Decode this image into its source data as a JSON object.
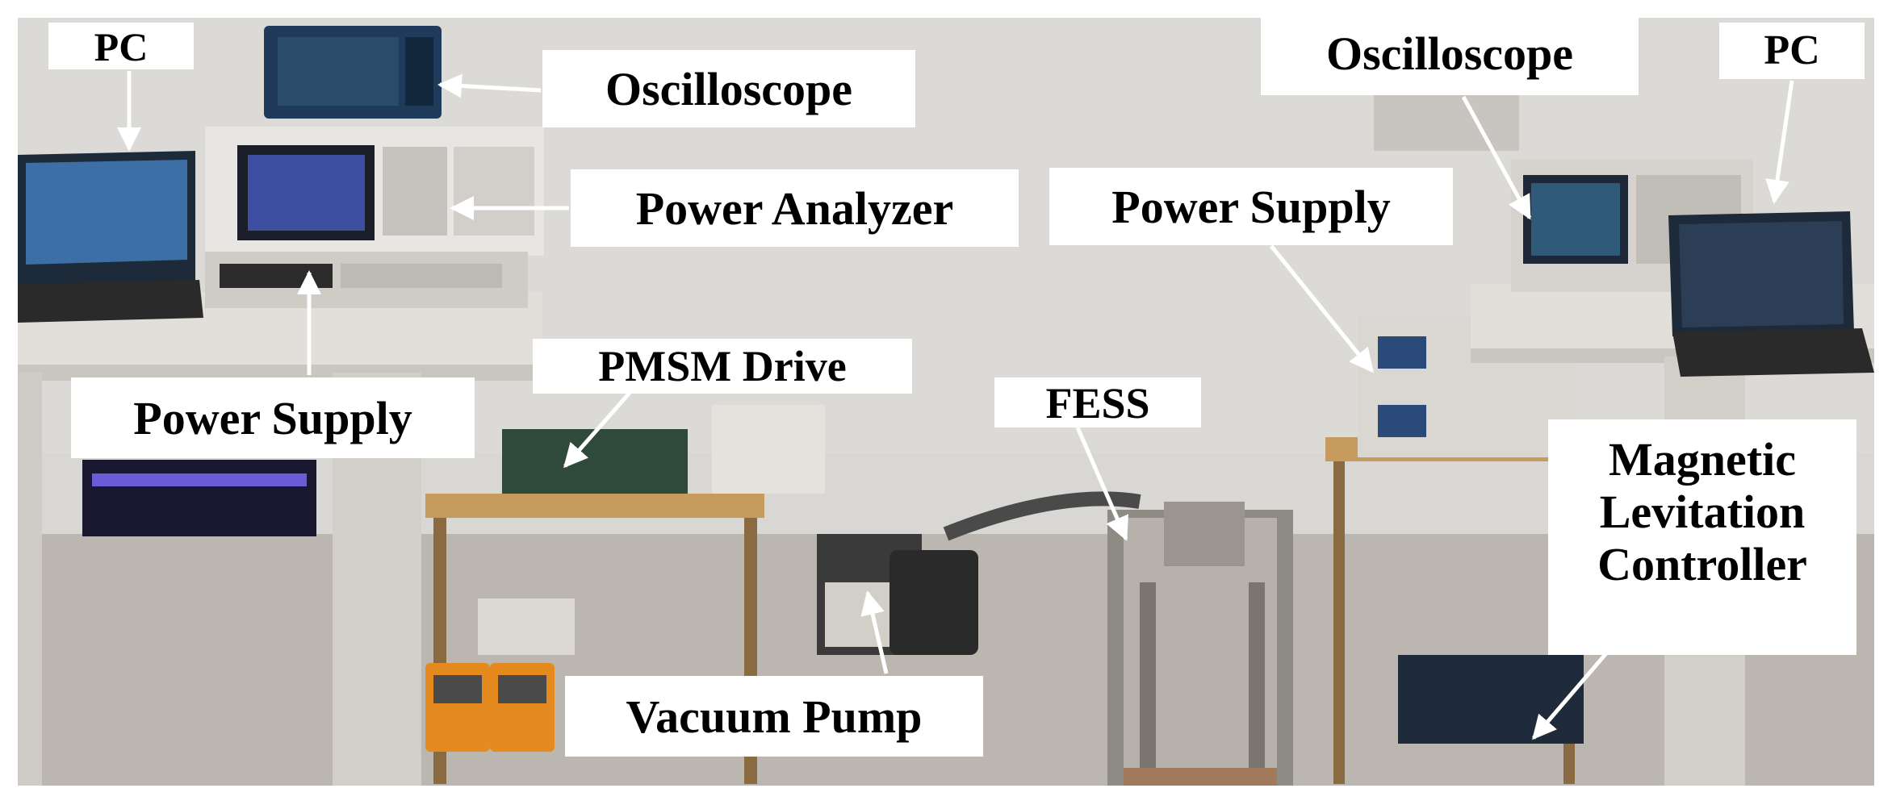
{
  "image": {
    "description_free": true,
    "background_color": "#ffffff",
    "wall_color": "#d8d6d2",
    "floor_color": "#b9b5ae",
    "desk_color": "#dedbd6"
  },
  "labels": {
    "pc_left": "PC",
    "oscilloscope_left": "Oscilloscope",
    "power_analyzer": "Power Analyzer",
    "power_supply_left": "Power Supply",
    "pmsm_drive": "PMSM Drive",
    "vacuum_pump": "Vacuum Pump",
    "fess": "FESS",
    "power_supply_right": "Power Supply",
    "oscilloscope_right": "Oscilloscope",
    "pc_right": "PC",
    "magnetic_levitation_controller": "Magnetic\nLevitation\nController"
  }
}
